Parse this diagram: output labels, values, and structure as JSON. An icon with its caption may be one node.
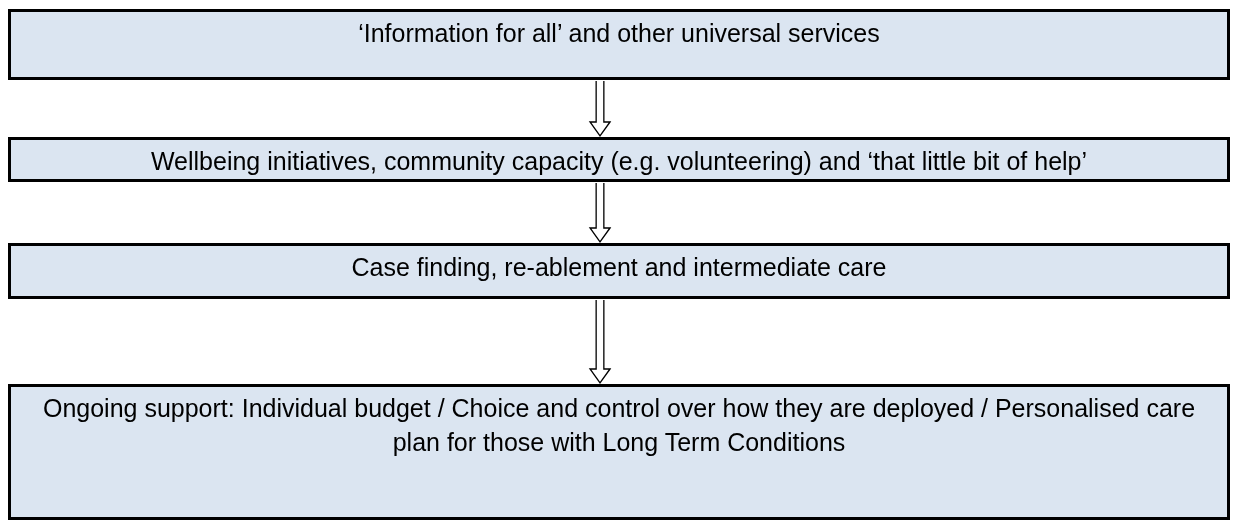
{
  "diagram": {
    "nodes": [
      {
        "text": [
          "‘Information for all’ and other universal services"
        ]
      },
      {
        "text": [
          "Wellbeing initiatives, community capacity (e.g. volunteering) and ‘that little bit of help’"
        ]
      },
      {
        "text": [
          "Case finding, re-ablement and intermediate care"
        ]
      },
      {
        "text": [
          "Ongoing support: Individual budget / Choice and control over how they are deployed / Personalised care plan for those with Long Term Conditions"
        ]
      }
    ],
    "edges": [
      {
        "from": 0,
        "to": 1,
        "arrow": "to"
      },
      {
        "from": 1,
        "to": 2,
        "arrow": "to"
      },
      {
        "from": 2,
        "to": 3,
        "arrow": "to"
      }
    ]
  }
}
